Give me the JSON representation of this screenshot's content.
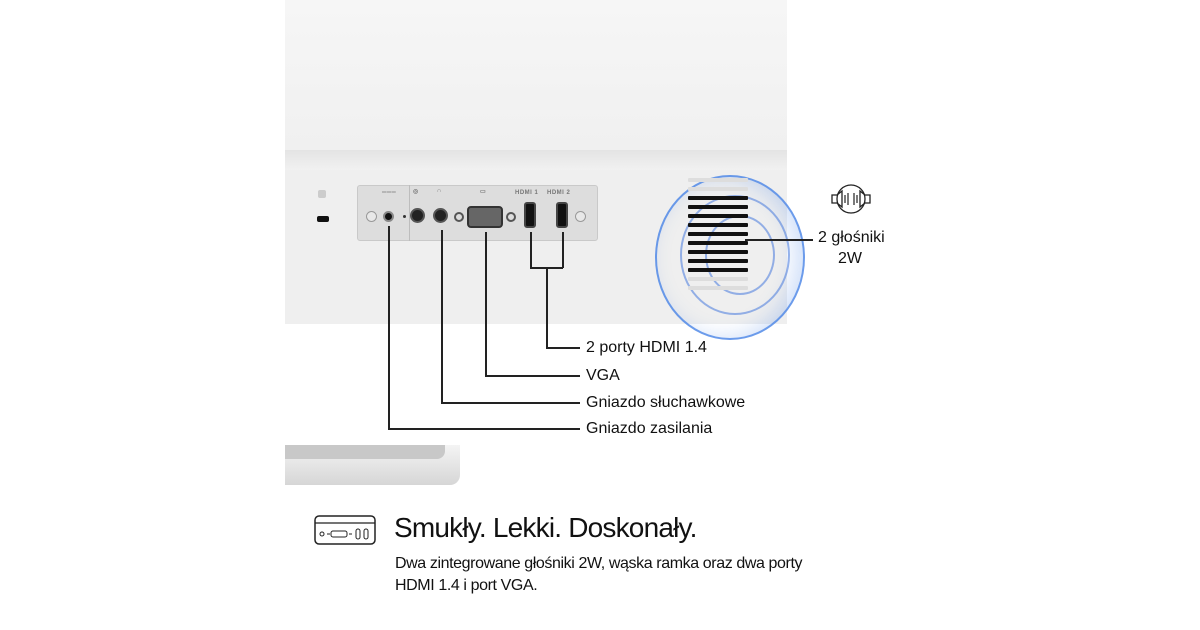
{
  "panel_icons": {
    "hdmi1": "HDMI 1",
    "hdmi2": "HDMI 2"
  },
  "callouts": {
    "hdmi": "2 porty HDMI 1.4",
    "vga": "VGA",
    "headphone": "Gniazdo słuchawkowe",
    "power": "Gniazdo zasilania",
    "speakers_line1": "2 głośniki",
    "speakers_line2": "2W"
  },
  "feature": {
    "heading": "Smukły. Lekki. Doskonały.",
    "line1": "Dwa zintegrowane głośniki 2W, wąska ramka oraz dwa porty",
    "line2": "HDMI 1.4 i port VGA."
  },
  "colors": {
    "speaker_wave": "#4a7fe0",
    "text": "#111111"
  }
}
